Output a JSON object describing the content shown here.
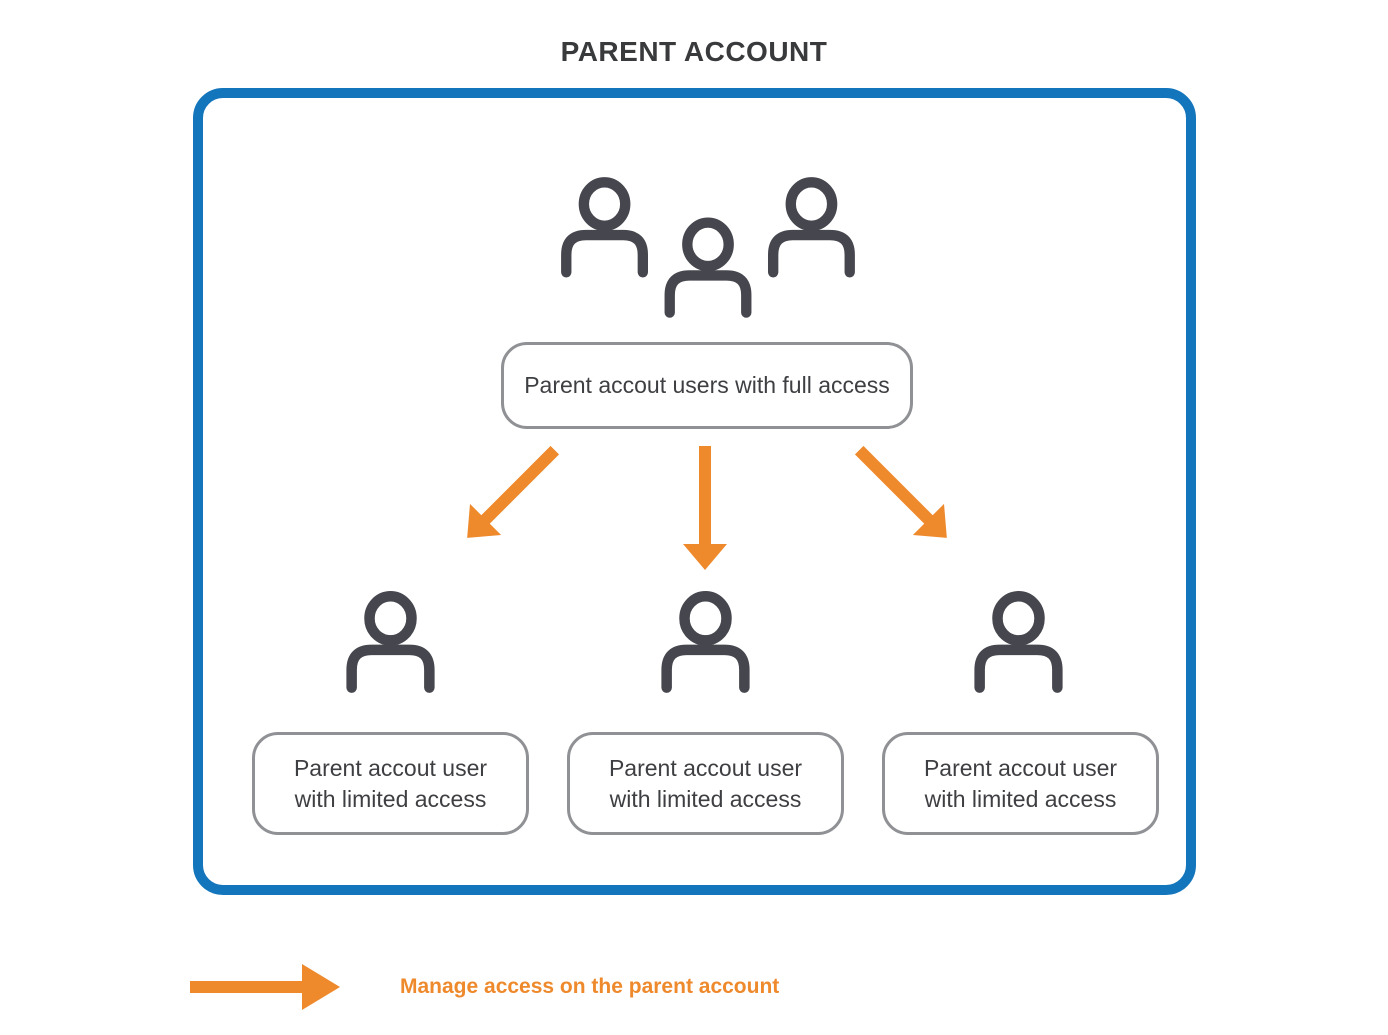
{
  "title": "PARENT ACCOUNT",
  "diagram": {
    "full_access_node": {
      "label": "Parent accout users with full access"
    },
    "limited_nodes": [
      {
        "label": "Parent accout user with limited access"
      },
      {
        "label": "Parent accout user with limited access"
      },
      {
        "label": "Parent accout user with limited access"
      }
    ]
  },
  "legend": {
    "label": "Manage access on the parent account"
  },
  "colors": {
    "accent_orange": "#EE892C",
    "border_blue": "#1375BC",
    "icon_gray": "#46474E",
    "box_border_gray": "#8F9195",
    "text_dark": "#3E3F42"
  }
}
